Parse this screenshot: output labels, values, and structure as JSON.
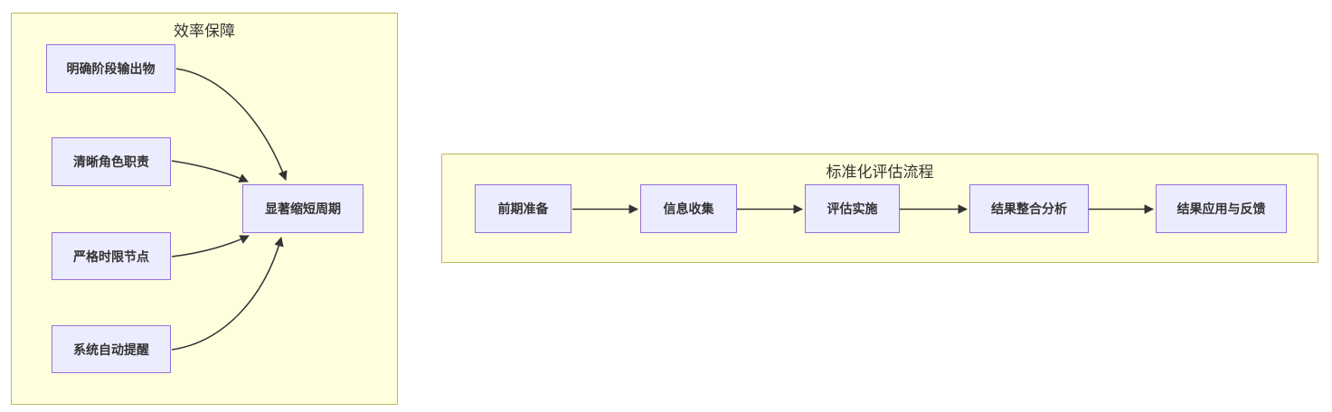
{
  "diagram": {
    "type": "flowchart",
    "colors": {
      "node_fill": "#ECECFF",
      "node_border": "#9370DB",
      "cluster_fill": "#FFFFDE",
      "cluster_border": "#AAAA33",
      "edge_color": "#333333",
      "text_color": "#333333"
    },
    "clusters": {
      "efficiency": {
        "title": "效率保障",
        "nodes": [
          "明确阶段输出物",
          "清晰角色职责",
          "严格时限节点",
          "系统自动提醒",
          "显著缩短周期"
        ],
        "edges": [
          [
            "明确阶段输出物",
            "显著缩短周期"
          ],
          [
            "清晰角色职责",
            "显著缩短周期"
          ],
          [
            "严格时限节点",
            "显著缩短周期"
          ],
          [
            "系统自动提醒",
            "显著缩短周期"
          ]
        ]
      },
      "process": {
        "title": "标准化评估流程",
        "nodes": [
          "前期准备",
          "信息收集",
          "评估实施",
          "结果整合分析",
          "结果应用与反馈"
        ],
        "edges": [
          [
            "前期准备",
            "信息收集"
          ],
          [
            "信息收集",
            "评估实施"
          ],
          [
            "评估实施",
            "结果整合分析"
          ],
          [
            "结果整合分析",
            "结果应用与反馈"
          ]
        ]
      }
    }
  }
}
